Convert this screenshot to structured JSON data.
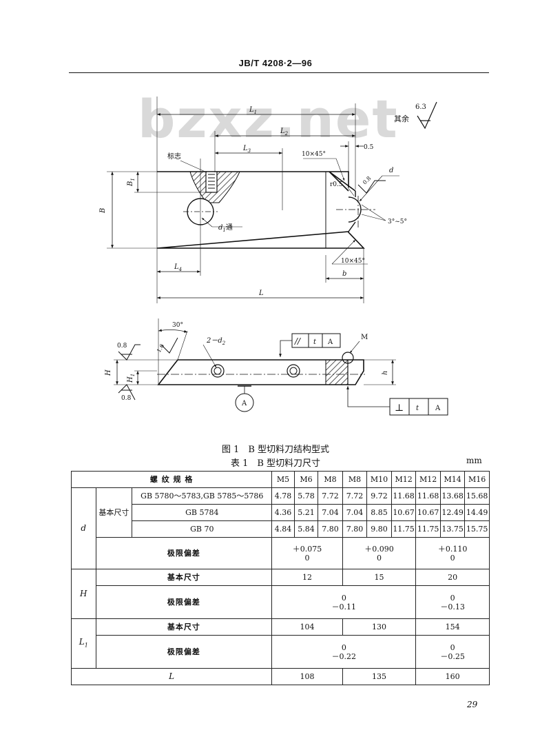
{
  "header": {
    "code": "JB/T 4208·2—96"
  },
  "watermark": "bzxz.net",
  "drawing": {
    "surface_note": "其余",
    "roughness_main": "6.3",
    "labels": {
      "L1": "L",
      "L1_sub": "1",
      "L2": "L",
      "L2_sub": "2",
      "L3": "L",
      "L3_sub": "3",
      "L4": "L",
      "L4_sub": "4",
      "L": "L",
      "B": "B",
      "B1": "B",
      "B1_sub": "1",
      "b": "b",
      "mark": "标志",
      "chamfer_top": "10×45°",
      "chamfer_bottom": "10×45°",
      "gap": "0.5",
      "radius": "r0.5",
      "rough_08_a": "0.8",
      "d": "d",
      "d1": "d",
      "d1_sub": "1",
      "d1_suffix": "通",
      "angle": "3°~5°",
      "angle30": "30°",
      "rough_16": "1.6",
      "two_d2": "2－d",
      "two_d2_sub": "2",
      "M": "M",
      "H": "H",
      "H1": "H",
      "H1_sub": "1",
      "h": "h",
      "rough_08_b": "0.8",
      "rough_08_c": "0.8",
      "datum": "A",
      "tol1_sym": "//",
      "tol1_t": "t",
      "tol1_ref": "A",
      "tol2_sym": "⊥",
      "tol2_t": "t",
      "tol2_ref": "A"
    }
  },
  "figure_caption": "图 1　B 型切料刀结构型式",
  "table_caption": "表 1　B 型切料刀尺寸",
  "unit": "mm",
  "table": {
    "head_label": "螺 纹 规 格",
    "sizes": [
      "M5",
      "M6",
      "M8",
      "M8",
      "M10",
      "M12",
      "M12",
      "M14",
      "M16"
    ],
    "d_label": "d",
    "basic_label": "基本尺寸",
    "tol_label": "极限偏差",
    "d_rows": [
      {
        "std": "GB 5780～5783,GB 5785～5786",
        "values": [
          "4.78",
          "5.78",
          "7.72",
          "7.72",
          "9.72",
          "11.68",
          "11.68",
          "13.68",
          "15.68"
        ]
      },
      {
        "std": "GB 5784",
        "values": [
          "4.36",
          "5.21",
          "7.04",
          "7.04",
          "8.85",
          "10.67",
          "10.67",
          "12.49",
          "14.49"
        ]
      },
      {
        "std": "GB 70",
        "values": [
          "4.84",
          "5.84",
          "7.80",
          "7.80",
          "9.80",
          "11.75",
          "11.75",
          "13.75",
          "15.75"
        ]
      }
    ],
    "d_tol": [
      {
        "upper": "＋0.075",
        "lower": "0"
      },
      {
        "upper": "＋0.090",
        "lower": "0"
      },
      {
        "upper": "＋0.110",
        "lower": "0"
      }
    ],
    "H_label": "H",
    "H_basic": [
      "12",
      "15",
      "20"
    ],
    "H_tol": [
      {
        "upper": "0",
        "lower": "－0.11"
      },
      {
        "upper": "0",
        "lower": "－0.13"
      }
    ],
    "L1_label": "L",
    "L1_sub": "1",
    "L1_basic": [
      "104",
      "130",
      "154"
    ],
    "L1_tol": [
      {
        "upper": "0",
        "lower": "－0.22"
      },
      {
        "upper": "0",
        "lower": "－0.25"
      }
    ],
    "L_label": "L",
    "L_values": [
      "108",
      "135",
      "160"
    ]
  },
  "page_number": "29"
}
